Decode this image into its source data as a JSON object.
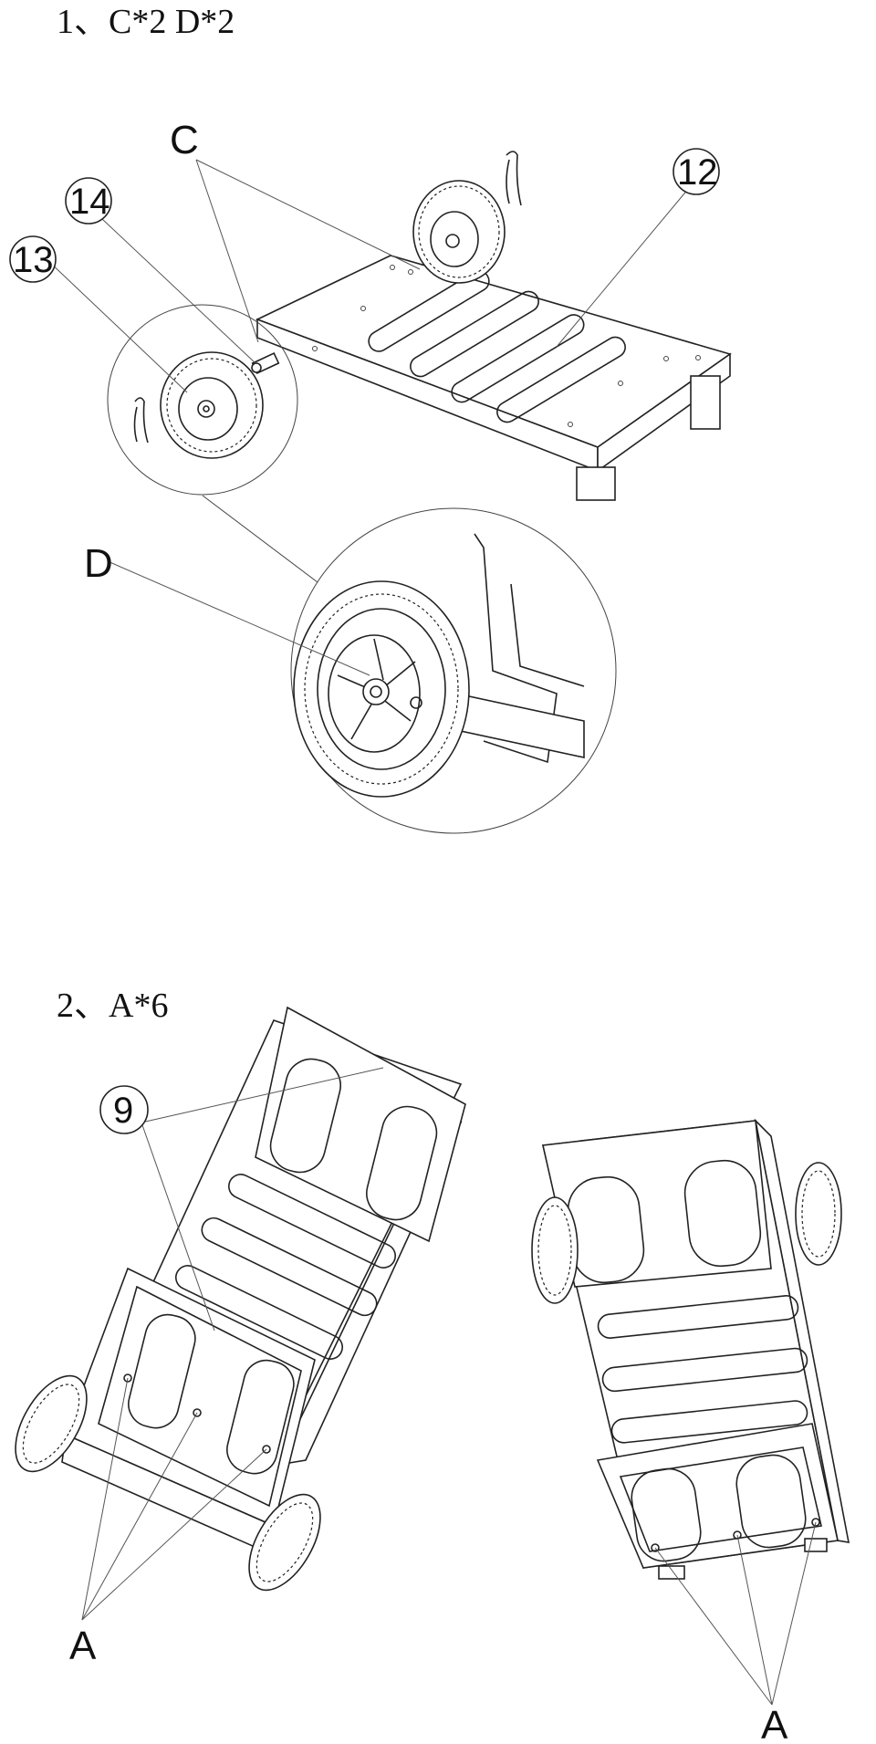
{
  "steps": [
    {
      "title": "1、C*2 D*2"
    },
    {
      "title": "2、A*6"
    }
  ],
  "labels": {
    "c": "C",
    "d": "D",
    "a_left": "A",
    "a_right": "A",
    "part_12": "12",
    "part_13": "13",
    "part_14": "14",
    "part_9": "9"
  }
}
